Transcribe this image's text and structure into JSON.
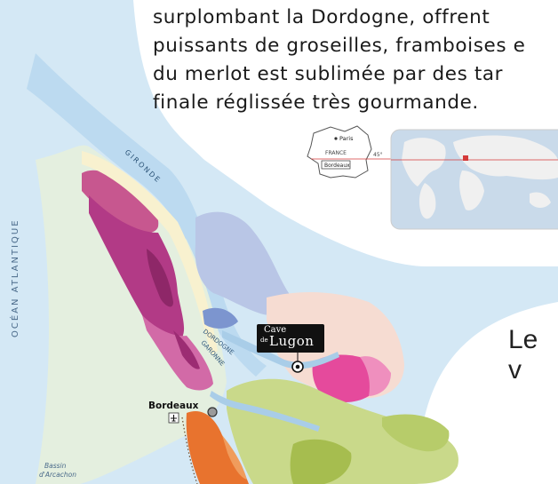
{
  "intro": {
    "lines": [
      "surplombant la Dordogne, offrent",
      "puissants de groseilles, framboises e",
      "du merlot est sublimée par des tar",
      "finale réglissée très gourmande."
    ]
  },
  "side_text": "Le v",
  "map": {
    "water_labels": {
      "ocean": "OCÉAN ATLANTIQUE",
      "gironde": "GIRONDE",
      "dordogne": "DORDOGNE",
      "garonne": "GARONNE",
      "bassin": "Bassin",
      "arcachon": "d'Arcachon"
    },
    "city": "Bordeaux",
    "cave": {
      "top": "Cave",
      "de": "de",
      "name": "Lugon"
    }
  },
  "inset_france": {
    "paris": "Paris",
    "country": "FRANCE",
    "bordeaux": "Bordeaux",
    "lat": "45°"
  },
  "colors": {
    "ocean": "#cfe4f3",
    "land": "#e4efdf",
    "river": "#a9cde8",
    "medoc_dark": "#b23a86",
    "medoc_mid": "#d26aa7",
    "medoc_light": "#e9a7cb",
    "entre_deux_mers": "#c7cfe9",
    "blaye": "#b9c6e6",
    "libournais": "#f6dcd2",
    "saint_emilion": "#e54a9c",
    "graves": "#e8732e",
    "bergerac": "#c9d98a",
    "cream": "#f8f1cf"
  }
}
